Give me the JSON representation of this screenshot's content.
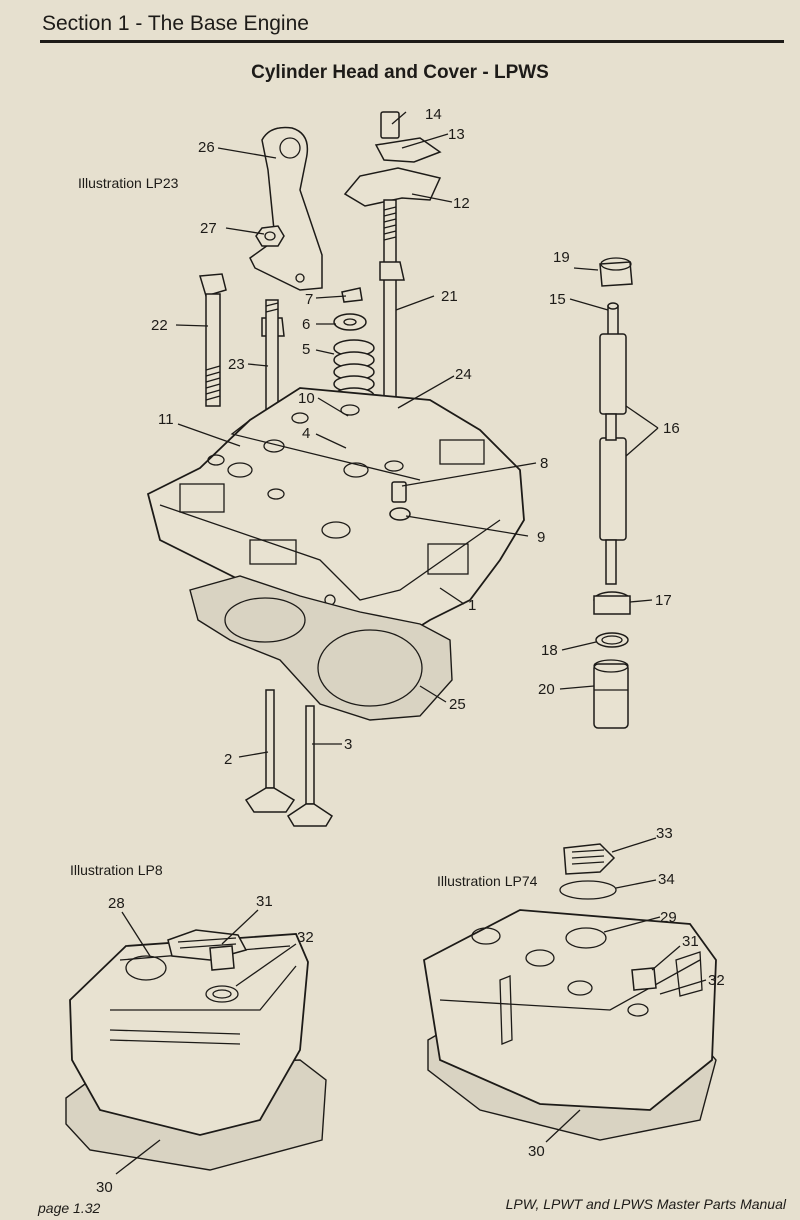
{
  "header": {
    "section_title": "Section 1 - The Base Engine"
  },
  "page_title": "Cylinder Head and Cover - LPWS",
  "illustrations": {
    "lp23": "Illustration LP23",
    "lp8": "Illustration LP8",
    "lp74": "Illustration LP74"
  },
  "part_numbers": {
    "lp23": [
      "1",
      "2",
      "3",
      "4",
      "5",
      "6",
      "7",
      "8",
      "9",
      "10",
      "11",
      "12",
      "13",
      "14",
      "15",
      "16",
      "17",
      "18",
      "19",
      "20",
      "21",
      "22",
      "23",
      "24",
      "25",
      "26",
      "27"
    ],
    "lp8": [
      "28",
      "30",
      "31",
      "32"
    ],
    "lp74": [
      "29",
      "30",
      "31",
      "32",
      "33",
      "34"
    ]
  },
  "footer": {
    "page": "page 1.32",
    "manual": "LPW, LPWT and LPWS Master Parts Manual"
  }
}
